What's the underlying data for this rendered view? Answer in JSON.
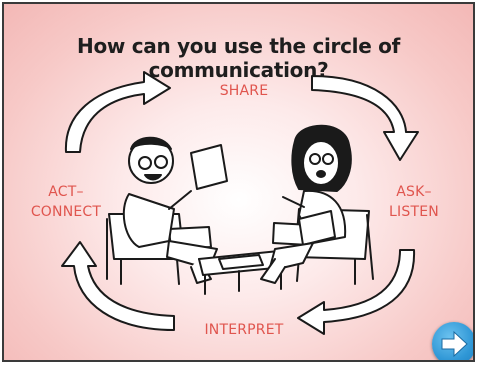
{
  "title": "How can you use the circle of communication?",
  "cycle": {
    "share": "SHARE",
    "ask_listen": [
      "ASK–",
      "LISTEN"
    ],
    "interpret": "INTERPRET",
    "act_connect": [
      "ACT–",
      "CONNECT"
    ]
  },
  "navigation": {
    "next_icon": "arrow-right-icon"
  },
  "colors": {
    "label": "#e0554e",
    "background": "#f7c9c7",
    "next_button": "#2f97d6"
  }
}
